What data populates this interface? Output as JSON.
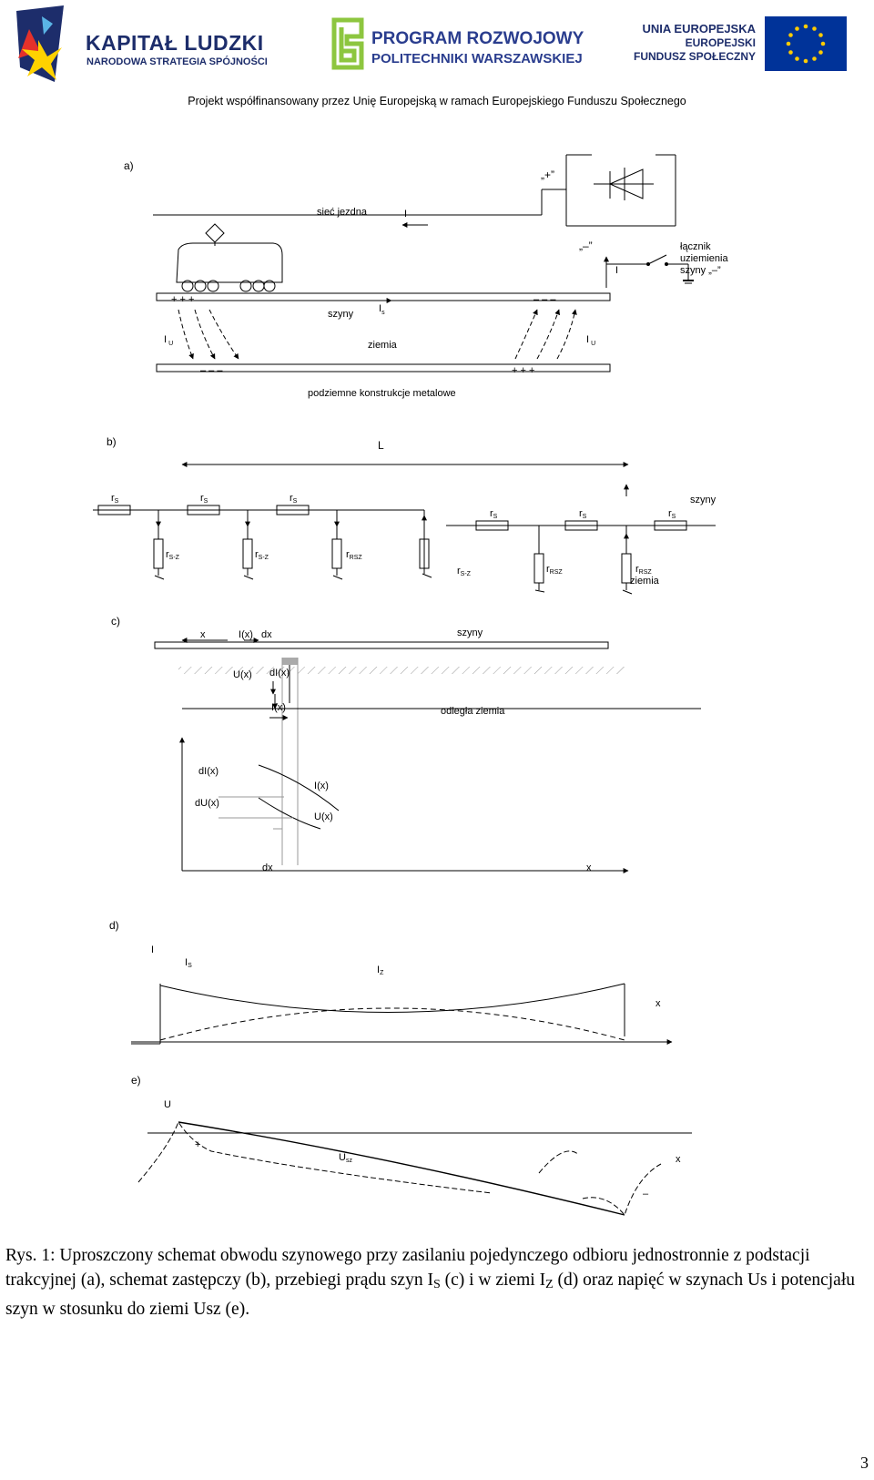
{
  "header": {
    "kapital_title": "KAPITAŁ LUDZKI",
    "kapital_subtitle": "NARODOWA STRATEGIA SPÓJNOŚCI",
    "program_line1": "PROGRAM ROZWOJOWY",
    "program_line2": "POLITECHNIKI WARSZAWSKIEJ",
    "eu_line1": "UNIA EUROPEJSKA",
    "eu_line2": "EUROPEJSKI",
    "eu_line3": "FUNDUSZ SPOŁECZNY",
    "project_line": "Projekt współfinansowany przez Unię Europejską w ramach Europejskiego Funduszu Społecznego"
  },
  "figure": {
    "a": {
      "panel": "a)",
      "plus_quote": "„+”",
      "minus_quote": "„–”",
      "siec": "sieć jezdna",
      "current": "I",
      "current2": "I",
      "switch_l1": "łącznik",
      "switch_l2": "uziemienia",
      "switch_l3": "szyny „–”",
      "plus_signs": "+ + +",
      "minus_signs": "– – –",
      "szyny": "szyny",
      "is_main": "I",
      "is_sub": "s",
      "iu_main": "I",
      "iu_sub": "U",
      "ziemia": "ziemia",
      "bottom_minus": "– – –",
      "bottom_plus": "+ + +",
      "podziemne": "podziemne konstrukcje metalowe"
    },
    "b": {
      "panel": "b)",
      "length": "L",
      "rs_main": "r",
      "rs_sub": "S",
      "rsz_sub": "S-Z",
      "rrsz_sub": "RSZ",
      "szyny": "szyny",
      "ziemia": "ziemia"
    },
    "c": {
      "panel": "c)",
      "x": "x",
      "is_dx": "I",
      "is_dx_rest": "(x)",
      "dx_label": "dx",
      "szyny": "szyny",
      "us_x": "U",
      "dis_x": "dI",
      "iz_x": "I",
      "x_paren": "(x)",
      "odlegla": "odległa ziemia",
      "dis_curve": "dI",
      "dus_curve": "dU",
      "is_curve": "I",
      "us_curve": "U",
      "dx_axis": "dx",
      "x_axis": "x"
    },
    "d": {
      "panel": "d)",
      "I": "I",
      "is_main": "I",
      "is_sub": "S",
      "iz_main": "I",
      "iz_sub": "Z",
      "x": "x"
    },
    "e": {
      "panel": "e)",
      "U": "U",
      "plus": "+",
      "usz_main": "U",
      "usz_sub": "sz",
      "x": "x",
      "minus": "–"
    }
  },
  "caption": {
    "part1": "Rys. 1: Uproszczony schemat obwodu szynowego przy zasilaniu pojedynczego odbioru jednostronnie z podstacji trakcyjnej (a), schemat zastępczy (b), przebiegi prądu szyn I",
    "sub1": "S",
    "part2": " (c) i w ziemi I",
    "sub2": "Z",
    "part3": " (d) oraz napięć w szynach Us i potencjału szyn w stosunku do ziemi Usz (e)."
  },
  "page_number": "3",
  "colors": {
    "logo_blue": "#1d2d6b",
    "program_green": "#8dc63f",
    "eu_blue": "#003399",
    "eu_gold": "#ffcc00"
  }
}
